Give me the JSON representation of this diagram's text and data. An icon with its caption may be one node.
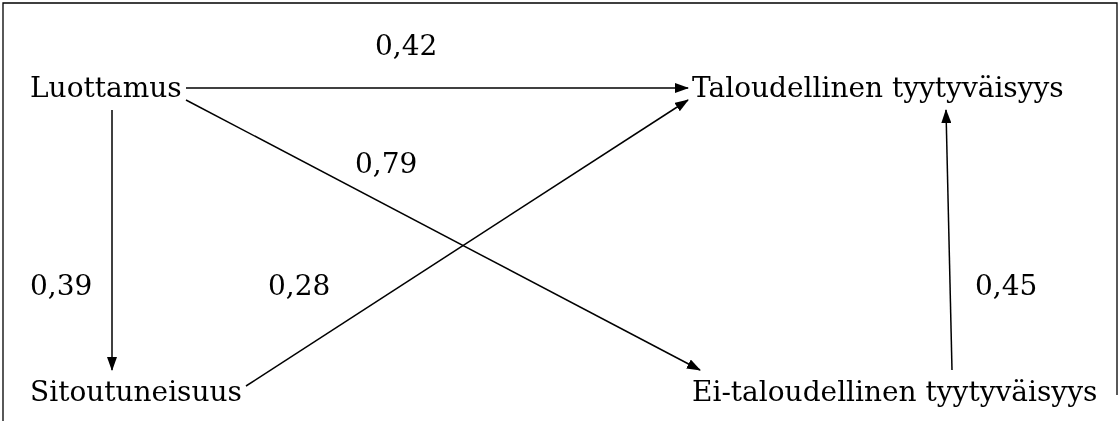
{
  "diagram": {
    "nodes": [
      {
        "text": [
          "Luottamus"
        ]
      },
      {
        "text": [
          "Taloudellinen tyytyväisyys"
        ]
      },
      {
        "text": [
          "Sitoutuneisuus"
        ]
      },
      {
        "text": [
          "Ei-taloudellinen tyytyväisyys"
        ]
      }
    ],
    "edges": [
      {
        "from": 0,
        "to": 1,
        "arrow": "to",
        "label": "0,42"
      },
      {
        "from": 0,
        "to": 3,
        "arrow": "to",
        "label": "0,79"
      },
      {
        "from": 0,
        "to": 2,
        "arrow": "to",
        "label": "0,39"
      },
      {
        "from": 2,
        "to": 1,
        "arrow": "to",
        "label": "0,28"
      },
      {
        "from": 3,
        "to": 1,
        "arrow": "to",
        "label": "0,45"
      }
    ]
  }
}
